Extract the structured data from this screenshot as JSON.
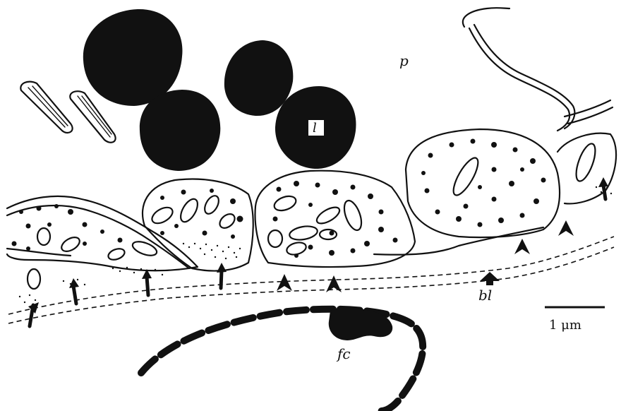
{
  "figure": {
    "labels": {
      "plasma": "p",
      "lipid": "l",
      "basal_lamina": "bl",
      "follicle_cell": "fc",
      "scale": "1 μm"
    },
    "colors": {
      "ink": "#111111",
      "background": "#ffffff"
    }
  }
}
